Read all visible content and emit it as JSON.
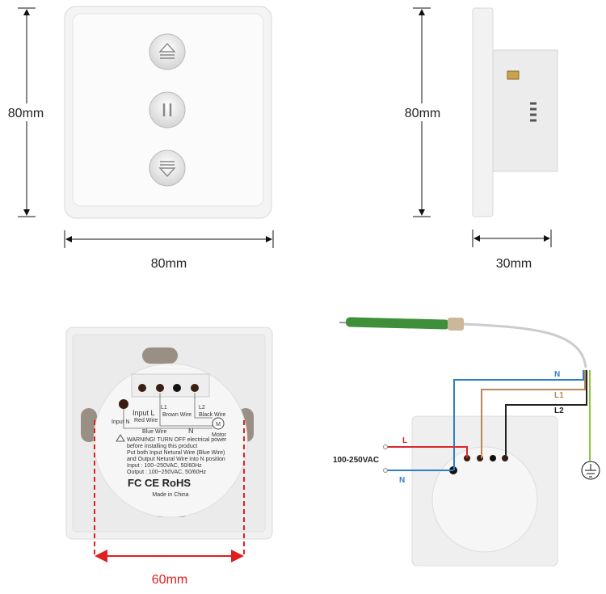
{
  "front_view": {
    "height_label": "80mm",
    "width_label": "80mm",
    "buttons": [
      "up-arrow-icon",
      "pause-icon",
      "down-arrow-icon"
    ]
  },
  "side_view": {
    "height_label": "80mm",
    "depth_label": "30mm"
  },
  "back_view": {
    "hole_spacing_label": "60mm",
    "terminals": {
      "input_l": "Input L",
      "red_wire": "Red Wire",
      "l1": "L1",
      "brown_wire": "Brown Wire",
      "l2": "L2",
      "black_wire": "Black Wire",
      "input_n": "Input N",
      "blue_wire": "Blue Wire",
      "n": "N",
      "motor": "Motor",
      "motor_symbol": "M"
    },
    "warning": [
      "WARNING! TURN OFF electrical power",
      "before installing this product",
      "Put both Input Netural Wire (Blue Wire)",
      "and Output Netural Wire into N position",
      "Input : 100~250VAC, 50/60Hz",
      "Output : 100~250VAC, 50/60Hz"
    ],
    "certifications": "FC CE RoHS",
    "made_in": "Made in China"
  },
  "wiring": {
    "supply_label": "100-250VAC",
    "l_label": "L",
    "n_label": "N",
    "motor_n": "N",
    "motor_l1": "L1",
    "motor_l2": "L2",
    "colors": {
      "live": "#d62a2a",
      "neutral": "#2f7fc8",
      "l1": "#b8875a",
      "l2": "#222222",
      "earth": "#8cc63f",
      "motor": "#3f8f3a",
      "dimension": "#e02020"
    }
  }
}
